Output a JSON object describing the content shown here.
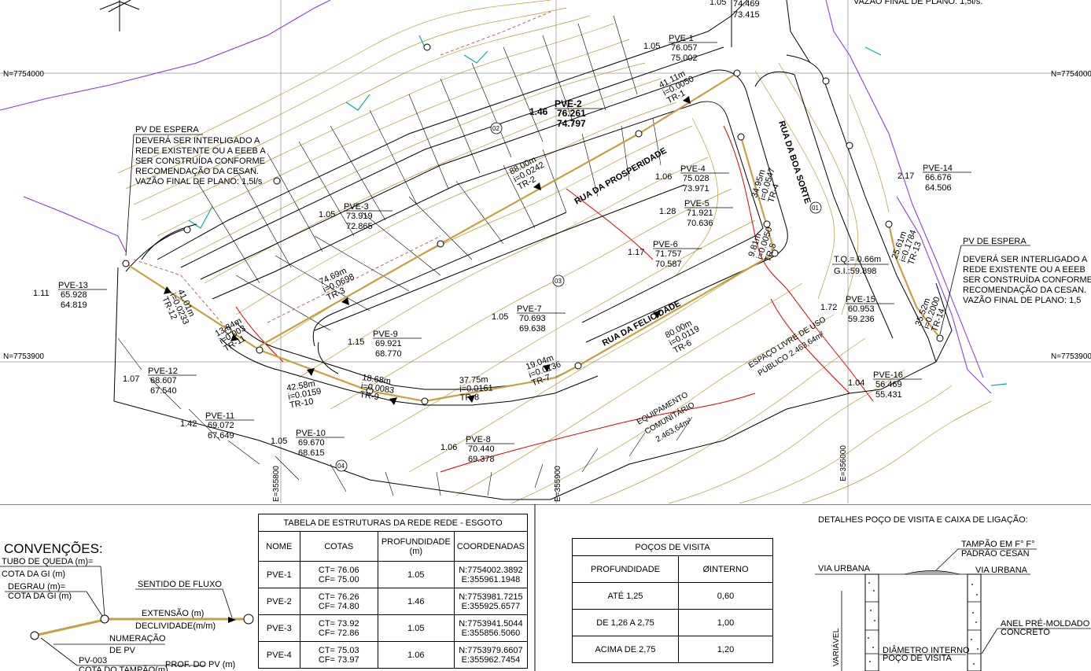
{
  "grid": {
    "n_top": "N=7754000",
    "n_mid": "N=7753900",
    "e1": "E=355800",
    "e2": "E=355900",
    "e3": "E=356000"
  },
  "streets": [
    "RUA DA PROSPERIDADE",
    "RUA DA FELICIDADE",
    "RUA DA BOA SORTE"
  ],
  "areas": {
    "espaco_livre": [
      "ESPAÇO LIVRE DE USO",
      "PÚBLICO 2.463,64m²"
    ],
    "equipamento": [
      "EQUIPAMENTO",
      "COMUNITÁRIO",
      "2.463,64m²"
    ]
  },
  "top_right_text": "VAZÃO FINAL DE PLANO: 1,5l/s.",
  "pv_espera_left": [
    "PV DE ESPERA",
    "DEVERÁ SER INTERLIGADO A",
    "REDE EXISTENTE OU A EEEB A",
    "SER CONSTRUÍDA CONFORME",
    "RECOMENDAÇÃO DA CESAN.",
    "VAZÃO FINAL DE PLANO: 1,5l/s"
  ],
  "pv_espera_right": [
    "PV DE ESPERA",
    "DEVERÁ SER INTERLIGADO A",
    "REDE EXISTENTE OU A EEEB",
    "SER CONSTRUÍDA CONFORME",
    "RECOMENDAÇÃO DA CESAN.",
    "VAZÃO FINAL DE PLANO: 1,5"
  ],
  "pves": [
    {
      "name": "PVE-1",
      "depth": "1.05",
      "ct": "76.057",
      "cf": "75.002"
    },
    {
      "name": "PVE-2",
      "depth": "1.46",
      "ct": "76.261",
      "cf": "74.797"
    },
    {
      "name": "PVE-3",
      "depth": "1.05",
      "ct": "73.919",
      "cf": "72.865"
    },
    {
      "name": "PVE-4",
      "depth": "1.06",
      "ct": "75.028",
      "cf": "73.971"
    },
    {
      "name": "PVE-5",
      "depth": "1.28",
      "ct": "71.921",
      "cf": "70.636"
    },
    {
      "name": "PVE-6",
      "depth": "1.17",
      "ct": "71.757",
      "cf": "70.587"
    },
    {
      "name": "PVE-7",
      "depth": "1.05",
      "ct": "70.693",
      "cf": "69.638"
    },
    {
      "name": "PVE-8",
      "depth": "1.06",
      "ct": "70.440",
      "cf": "69.378"
    },
    {
      "name": "PVE-9",
      "depth": "1.15",
      "ct": "69.921",
      "cf": "68.770"
    },
    {
      "name": "PVE-10",
      "depth": "1.05",
      "ct": "69.670",
      "cf": "68.615"
    },
    {
      "name": "PVE-11",
      "depth": "1.42",
      "ct": "69.072",
      "cf": "67.649"
    },
    {
      "name": "PVE-12",
      "depth": "1.07",
      "ct": "68.607",
      "cf": "67.540"
    },
    {
      "name": "PVE-13",
      "depth": "1.11",
      "ct": "65.928",
      "cf": "64.819"
    },
    {
      "name": "PVE-14",
      "depth": "2.17",
      "ct": "66.676",
      "cf": "64.506"
    },
    {
      "name": "PVE-15",
      "depth": "1.72",
      "ct": "60.953",
      "cf": "59.236"
    },
    {
      "name": "PVE-16",
      "depth": "1.04",
      "ct": "56.469",
      "cf": "55.431"
    }
  ],
  "top_pv_partial": {
    "depth": "1.05",
    "ct": "74.469",
    "cf": "73.415"
  },
  "segments": [
    {
      "len": "41.11m",
      "slope": "i=0.0050",
      "tr": "TR-1"
    },
    {
      "len": "88.00m",
      "slope": "i=0.0242",
      "tr": "TR-2"
    },
    {
      "len": "74.69m",
      "slope": "i=0.0698",
      "tr": "TR-3"
    },
    {
      "len": "34.95m",
      "slope": "i=0.0547",
      "tr": "TR-4"
    },
    {
      "len": "9.81m",
      "slope": "i=0.0050",
      "tr": "TR-5"
    },
    {
      "len": "80.00m",
      "slope": "i=0.0119",
      "tr": "TR-6"
    },
    {
      "len": "19.04m",
      "slope": "i=0.0136",
      "tr": "TR-7"
    },
    {
      "len": "37.75m",
      "slope": "i=0.0161",
      "tr": "TR-8"
    },
    {
      "len": "18.68m",
      "slope": "i=0.0083",
      "tr": "TR-9"
    },
    {
      "len": "42.58m",
      "slope": "i=0.0159",
      "tr": "TR-10"
    },
    {
      "len": "13.84m",
      "slope": "i=0.003",
      "tr": "TR-11"
    },
    {
      "len": "41.01m",
      "slope": "i=0.0233",
      "tr": "TR-12"
    },
    {
      "len": "25.61m",
      "slope": "i=0.1784",
      "tr": "TR-13"
    },
    {
      "len": "35.52m",
      "slope": "i=0.2000",
      "tr": "TR-14"
    }
  ],
  "tq_gi": {
    "tq": "T.Q.= 0.66m",
    "gi": "G.I.:59.898"
  },
  "lot_numbers": [
    "01",
    "02",
    "03",
    "04"
  ],
  "conventions": {
    "title": "CONVENÇÕES:",
    "tubo_queda": "TUBO DE QUEDA (m)=",
    "cota_gi1": "COTA DA GI (m)",
    "degrau": "DEGRAU (m)=",
    "cota_gi2": "COTA DA GI (m)",
    "sentido": "SENTIDO DE FLUXO",
    "extensao": "EXTENSÃO (m)",
    "declividade": "DECLIVIDADE(m/m)",
    "numeracao": "NUMERAÇÃO",
    "de_pv": "DE PV",
    "pv003": "PV-003",
    "prof_pv": "PROF. DO PV (m)",
    "cota_tampao": "COTA DO TAMPÃO(m)"
  },
  "struct_table": {
    "title": "TABELA DE ESTRUTURAS DA REDE REDE - ESGOTO",
    "headers": [
      "NOME",
      "COTAS",
      "PROFUNDIDADE (m)",
      "COORDENADAS"
    ],
    "rows": [
      {
        "nome": "PVE-1",
        "ct": "CT= 76.06",
        "cf": "CF= 75.00",
        "prof": "1.05",
        "n": "N:7754002.3892",
        "e": "E:355961.1948"
      },
      {
        "nome": "PVE-2",
        "ct": "CT= 76.26",
        "cf": "CF= 74.80",
        "prof": "1.46",
        "n": "N:7753981.7215",
        "e": "E:355925.6577"
      },
      {
        "nome": "PVE-3",
        "ct": "CT= 73.92",
        "cf": "CF= 72.86",
        "prof": "1.05",
        "n": "N:7753941.5044",
        "e": "E:355856.5060"
      },
      {
        "nome": "PVE-4",
        "ct": "CT= 75.03",
        "cf": "CF= 73.97",
        "prof": "1.06",
        "n": "N:7753979.6607",
        "e": "E:355962.7454"
      }
    ]
  },
  "pv_table": {
    "title": "POÇOS DE VISITA",
    "headers": [
      "PROFUNDIDADE",
      "ØINTERNO"
    ],
    "rows": [
      {
        "prof": "ATÉ 1,25",
        "diam": "0,60"
      },
      {
        "prof": "DE 1,26 A 2,75",
        "diam": "1,00"
      },
      {
        "prof": "ACIMA DE 2,75",
        "diam": "1,20"
      }
    ]
  },
  "details": {
    "title": "DETALHES POÇO DE VISITA E CAIXA DE LIGAÇÃO:",
    "tampao": "TAMPÃO EM F° F°",
    "padrao": "PADRÃO CESAN",
    "via1": "VIA URBANA",
    "via2": "VIA URBANA",
    "anel": "ANEL PRÉ-MOLDADO",
    "concreto": "CONCRETO",
    "diametro": "DIÂMETRO INTERNO",
    "poco": "POÇO DE VISITA",
    "variavel": "VARIÁVEL"
  },
  "colors": {
    "contour": "#b8860b",
    "network": "#c8a040",
    "red": "#e00000",
    "purple": "#8a2be2",
    "cyan": "#00b3a4",
    "grid": "#888888"
  }
}
